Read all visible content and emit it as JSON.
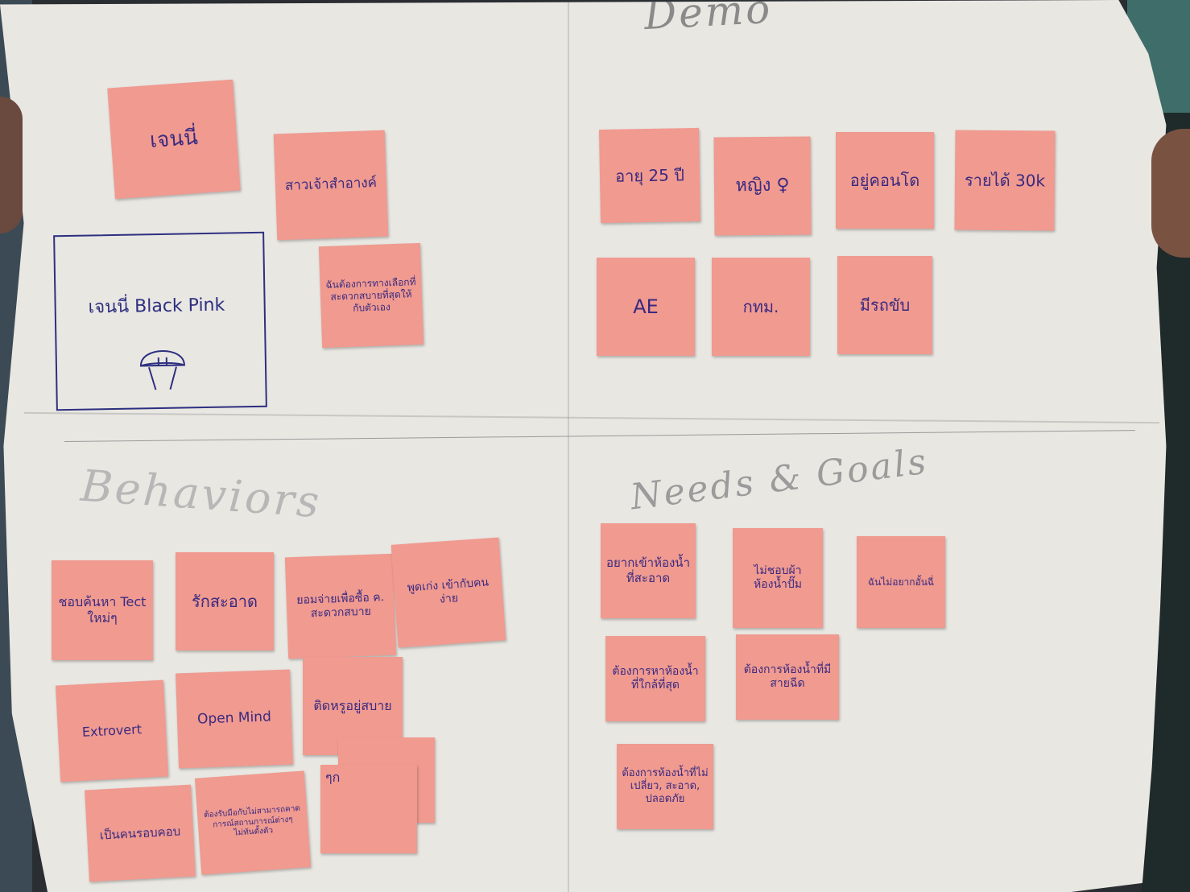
{
  "headings": {
    "demo": "Demo",
    "behaviors": "Behaviors",
    "needs_goals": "Needs & Goals"
  },
  "persona": {
    "name_note": "เจนนี่",
    "tagline_note": "สาวเจ้าสำอางค์",
    "quote_note": "ฉันต้องการทางเลือกที่สะดวกสบายที่สุดให้กับตัวเอง",
    "sketch_label": "เจนนี่ Black Pink"
  },
  "demo": [
    "อายุ 25 ปี",
    "หญิง ♀",
    "อยู่คอนโด",
    "รายได้ 30k",
    "AE",
    "กทม.",
    "มีรถขับ"
  ],
  "behaviors": [
    "ชอบค้นหา Tect ใหม่ๆ",
    "รักสะอาด",
    "ยอมจ่ายเพื่อซื้อ ค. สะดวกสบาย",
    "พูดเก่ง เข้ากับคนง่าย",
    "Extrovert",
    "Open Mind",
    "ติดหรูอยู่สบาย",
    "เป็นคนรอบคอบ",
    "ต้องรับมือกับไม่สามารถคาดการณ์สถานการณ์ต่างๆ ไม่ทันตั้งตัว",
    "ๆก"
  ],
  "needs_goals": [
    "อยากเข้าห้องน้ำที่สะอาด",
    "ไม่ชอบผ้าห้องน้ำปั๊ม",
    "ฉันไม่อยากอั้นฉี่",
    "ต้องการหาห้องน้ำที่ใกล้ที่สุด",
    "ต้องการห้องน้ำที่มีสายฉีด",
    "ต้องการห้องน้ำที่ไม่เปลี่ยว, สะอาด, ปลอดภัย"
  ],
  "colors": {
    "paper": "#e9e7e2",
    "sticky_note": "#f09a90",
    "ink": "#3a2a80",
    "pencil": "#8a8a8a"
  }
}
